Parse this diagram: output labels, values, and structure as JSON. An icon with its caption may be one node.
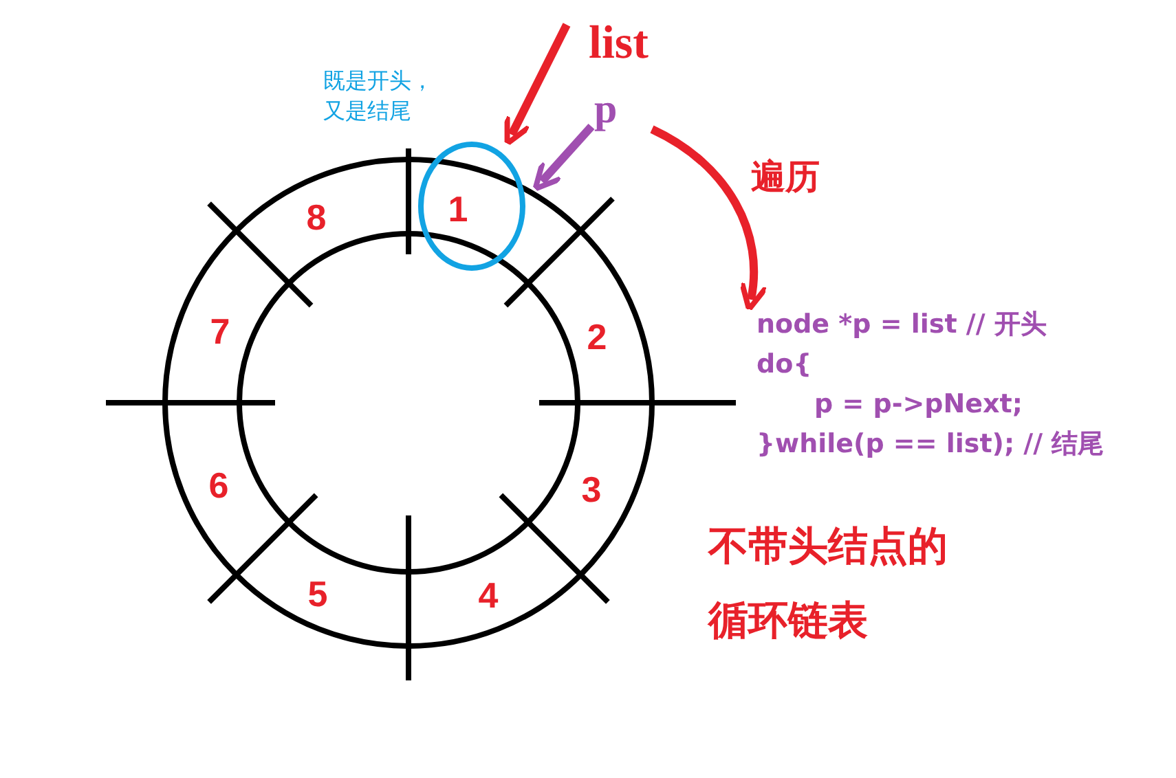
{
  "diagram": {
    "nodes": [
      {
        "text": [
          "list"
        ]
      },
      {
        "text": [
          "p"
        ]
      },
      {
        "text": [
          "1"
        ],
        "beside": [
          "既是开头，又是结尾"
        ]
      },
      {
        "text": [
          "2"
        ]
      },
      {
        "text": [
          "3"
        ]
      },
      {
        "text": [
          "4"
        ]
      },
      {
        "text": [
          "5"
        ]
      },
      {
        "text": [
          "6"
        ]
      },
      {
        "text": [
          "7"
        ]
      },
      {
        "text": [
          "8"
        ]
      },
      {
        "text": [
          "node *p = list // 开头",
          "do{",
          "p = p->pNext;",
          "}while(p == list); // 结尾"
        ]
      }
    ],
    "edges": [
      {
        "from": 0,
        "to": 2,
        "arrow": "to"
      },
      {
        "from": 1,
        "to": 2,
        "arrow": "to",
        "color": "#a04fb0"
      },
      {
        "from": 1,
        "to": 10,
        "arrow": "to",
        "label": "遍历"
      }
    ],
    "labels": [
      "不带头结点的循环链表"
    ]
  }
}
